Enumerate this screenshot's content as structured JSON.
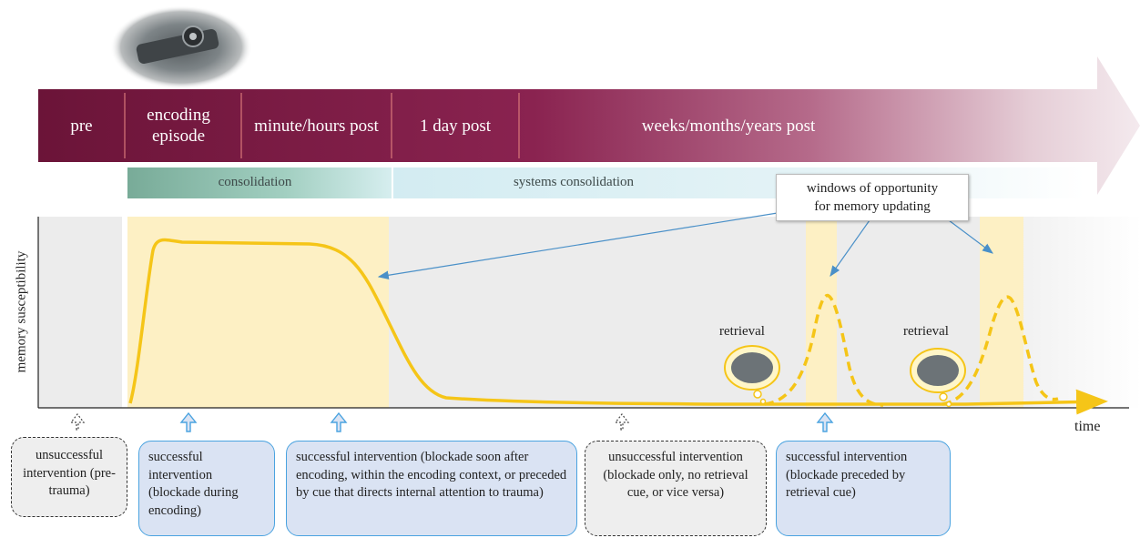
{
  "timeline": {
    "phases": [
      {
        "id": "pre",
        "label": "pre"
      },
      {
        "id": "encoding",
        "label": "encoding episode"
      },
      {
        "id": "minutes",
        "label": "minute/hours post"
      },
      {
        "id": "day",
        "label": "1 day post"
      },
      {
        "id": "weeks",
        "label": "weeks/months/years post"
      }
    ],
    "bands": {
      "consolidation": "consolidation",
      "systems": "systems consolidation"
    }
  },
  "callout": {
    "line1": "windows of opportunity",
    "line2": "for memory updating"
  },
  "axes": {
    "ylabel": "memory susceptibility",
    "xlabel": "time"
  },
  "retrieval_labels": [
    "retrieval",
    "retrieval"
  ],
  "boxes": [
    {
      "type": "unsuccessful",
      "text": "unsuccessful intervention (pre-trauma)"
    },
    {
      "type": "successful",
      "text": "successful intervention (blockade during encoding)"
    },
    {
      "type": "successful",
      "text": "successful intervention (blockade soon after encoding, within the encoding context, or preceded by cue that directs internal attention to trauma)"
    },
    {
      "type": "unsuccessful",
      "text": "unsuccessful intervention (blockade only, no retrieval cue, or vice versa)"
    },
    {
      "type": "successful",
      "text": "successful intervention (blockade preceded by retrieval cue)"
    }
  ],
  "colors": {
    "timeline": "#6b1438",
    "curve": "#f5c518",
    "window": "#fdf0c4",
    "success_box": "#dae3f3",
    "success_border": "#4aa3e0",
    "fail_box": "#eeeeee",
    "arrow": "#4a90c8"
  }
}
